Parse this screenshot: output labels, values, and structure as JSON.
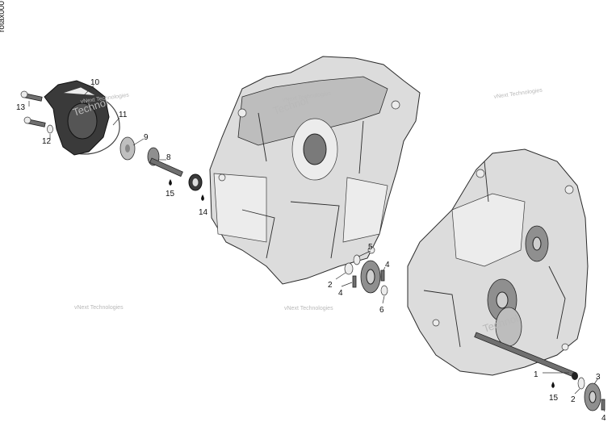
{
  "side_code": "rotax000",
  "watermark": "vNext Technologies",
  "watermark_short": "Technol",
  "callouts": {
    "c1": "1",
    "c2a": "2",
    "c2b": "2",
    "c3": "3",
    "c4a": "4",
    "c4b": "4",
    "c5": "5",
    "c6": "6",
    "c8": "8",
    "c9": "9",
    "c10": "10",
    "c11": "11",
    "c12": "12",
    "c13": "13",
    "c14": "14",
    "c15a": "15",
    "c15b": "15"
  },
  "colors": {
    "case": "#dcdcdc",
    "outline": "#2a2a2a",
    "gear": "#8f8f8f",
    "watermark": "#b9b9b9"
  }
}
